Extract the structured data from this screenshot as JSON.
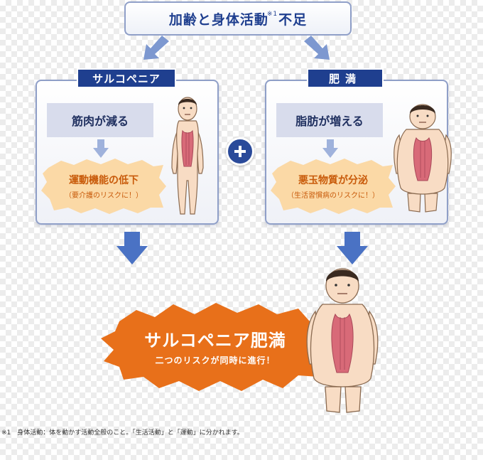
{
  "header": {
    "title_part1": "加齢と身体活動",
    "footnote_mark": "※1",
    "title_part2": "不足"
  },
  "sarcopenia": {
    "label": "サルコペニア",
    "cause": "筋肉が減る",
    "effect": "運動機能の低下",
    "effect_note": "（要介護のリスクに！）"
  },
  "obesity": {
    "label": "肥満",
    "cause": "脂肪が増える",
    "effect": "悪玉物質が分泌",
    "effect_note": "（生活習慣病のリスクに！）"
  },
  "combine_icon": "plus-icon",
  "result": {
    "title": "サルコペニア肥満",
    "subtitle": "二つのリスクが同時に進行！"
  },
  "footnote": "※1　身体活動：体を動かす活動全般のこと。「生活活動」と「運動」に分かれます。",
  "colors": {
    "navy": "#1f3f8f",
    "arrow_blue": "#4a72c4",
    "burst_orange": "#e8701a",
    "burst_peach": "#fbd9a6",
    "skin": "#f8dcc4"
  }
}
